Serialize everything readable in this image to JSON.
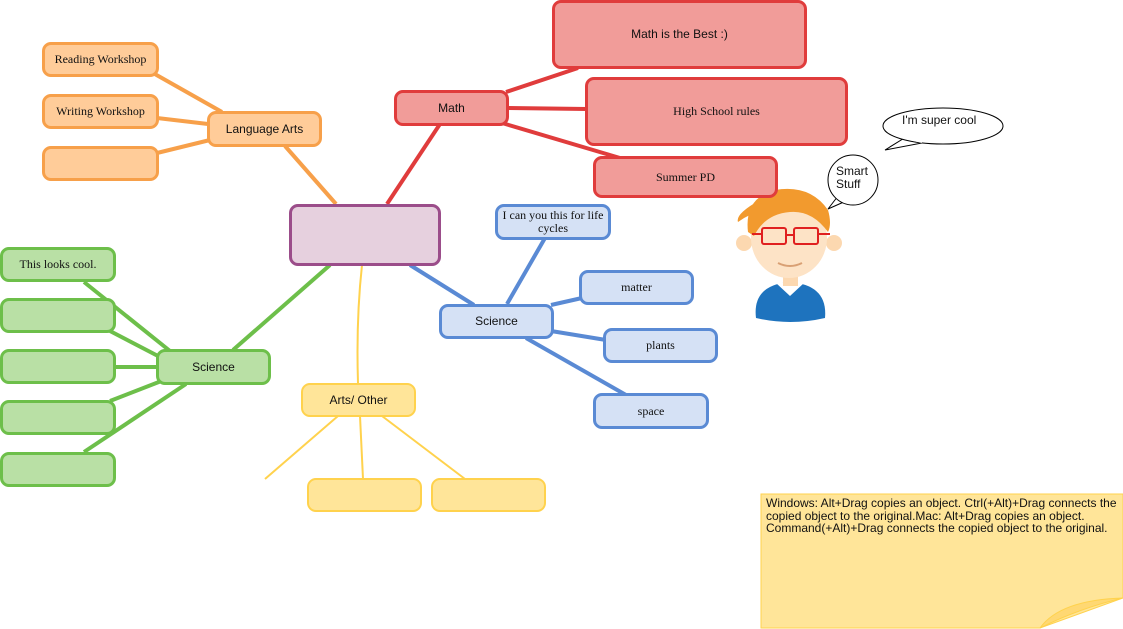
{
  "central": {
    "label": ""
  },
  "math": {
    "label": "Math",
    "children": [
      "Math is the Best :)",
      "High School rules",
      "Summer PD"
    ]
  },
  "language_arts": {
    "label": "Language Arts",
    "children": [
      "Reading Workshop",
      "Writing Workshop",
      ""
    ]
  },
  "science_left": {
    "label": "Science",
    "children": [
      "This looks cool.",
      "",
      "",
      "",
      ""
    ]
  },
  "science_right": {
    "label": "Science",
    "children": [
      "I can you this for life cycles",
      "matter",
      "plants",
      "space"
    ]
  },
  "arts_other": {
    "label": "Arts/ Other",
    "children": [
      "",
      ""
    ]
  },
  "avatar": {
    "speech": "I'm super cool",
    "thought": "Smart Stuff"
  },
  "sticky_note": {
    "text": "Windows: Alt+Drag copies an object. Ctrl(+Alt)+Drag connects the copied object to the original.Mac:  Alt+Drag copies an object. Command(+Alt)+Drag connects the copied object to the original."
  },
  "colors": {
    "math": "#e03c3c",
    "language_arts": "#f7a04a",
    "science_left": "#6dbf4a",
    "science_right": "#5a8ad4",
    "arts_other": "#ffd24d",
    "central": "#9b4d8a",
    "sticky_note": "#ffe599"
  }
}
